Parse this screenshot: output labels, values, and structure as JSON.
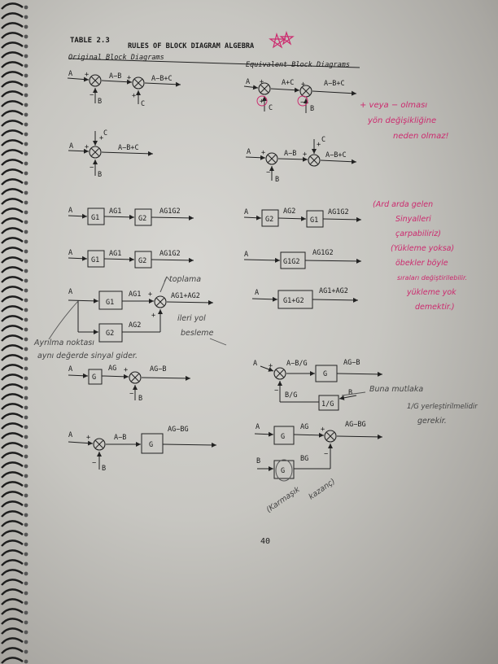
{
  "table_title": "TABLE 2.3",
  "table_subtitle": "RULES OF BLOCK DIAGRAM ALGEBRA",
  "col_left": "Original Block Diagrams",
  "col_right": "Equivalent Block Diagrams",
  "page_number": "40",
  "rows": {
    "r1": {
      "left": {
        "in_a": "A",
        "plus1": "+",
        "out1": "A−B",
        "plus2": "+",
        "out2": "A−B+C",
        "minus_b": "−",
        "b": "B",
        "plus_c": "+",
        "c": "C"
      },
      "right": {
        "in_a": "A",
        "plus1": "+",
        "out1": "A+C",
        "plus2": "+",
        "out2": "A−B+C",
        "plus_c": "+",
        "c": "C",
        "minus_b": "−",
        "b": "B"
      }
    },
    "r2": {
      "left": {
        "in_a": "A",
        "plus": "+",
        "out": "A−B+C",
        "plus_c": "+",
        "c": "C",
        "minus_b": "−",
        "b": "B"
      },
      "right": {
        "in_a": "A",
        "plus1": "+",
        "out1": "A−B",
        "plus2": "+",
        "out2": "A−B+C",
        "minus_b": "−",
        "b": "B",
        "plus_c": "+",
        "c": "C"
      }
    },
    "r3": {
      "left": {
        "in_a": "A",
        "g1": "G1",
        "mid": "AG1",
        "g2": "G2",
        "out": "AG1G2"
      },
      "right": {
        "in_a": "A",
        "g2": "G2",
        "mid": "AG2",
        "g1": "G1",
        "out": "AG1G2"
      }
    },
    "r4": {
      "left": {
        "in_a": "A",
        "g1": "G1",
        "mid": "AG1",
        "g2": "G2",
        "out": "AG1G2"
      },
      "right": {
        "in_a": "A",
        "g": "G1G2",
        "out": "AG1G2"
      }
    },
    "r5": {
      "left": {
        "in_a": "A",
        "g1": "G1",
        "top": "AG1",
        "plus1": "+",
        "out": "AG1+AG2",
        "g2": "G2",
        "bottom": "AG2",
        "plus2": "+"
      },
      "right": {
        "in_a": "A",
        "g": "G1+G2",
        "out": "AG1+AG2"
      }
    },
    "r6": {
      "left": {
        "in_a": "A",
        "g": "G",
        "mid": "AG",
        "plus": "+",
        "out": "AG−B",
        "minus_b": "−",
        "b": "B"
      },
      "right": {
        "in_a": "A",
        "plus": "+",
        "mid": "A−B/G",
        "g": "G",
        "out": "AG−B",
        "minus": "−",
        "fb": "B/G",
        "gi": "1/G",
        "b": "B"
      }
    },
    "r7": {
      "left": {
        "in_a": "A",
        "plus": "+",
        "mid": "A−B",
        "g": "G",
        "out": "AG−BG",
        "minus_b": "−",
        "b": "B"
      },
      "right": {
        "in_a": "A",
        "g": "G",
        "mid": "AG",
        "plus": "+",
        "out": "AG−BG",
        "b": "B",
        "g2": "G",
        "bg": "BG",
        "minus": "−"
      }
    }
  },
  "annotations": {
    "n1": "+ veya  −  olması",
    "n2": "yön  değişikliğine",
    "n3": "neden olmaz!",
    "p1": "(Ard arda gelen",
    "p2": "Sinyalleri",
    "p3": "çarpabiliriz)",
    "p4": "(Yükleme yoksa)",
    "p5": "öbekler böyle",
    "p6": "sıraları değiştirilebilir.",
    "p7": "yükleme yok",
    "p8": "demektir.)",
    "toplama": "toplama",
    "ileri1": "ileri yol",
    "ileri2": "besleme",
    "ayrilma1": "Ayrılma noktası",
    "ayrilma2": "aynı değerde sinyal gider.",
    "buna1": "Buna mutlaka",
    "buna2": "1/G yerleştirilmelidir",
    "buna3": "gerekir.",
    "karmasik1": "(Karmaşık",
    "karmasik2": "kazanç)"
  }
}
